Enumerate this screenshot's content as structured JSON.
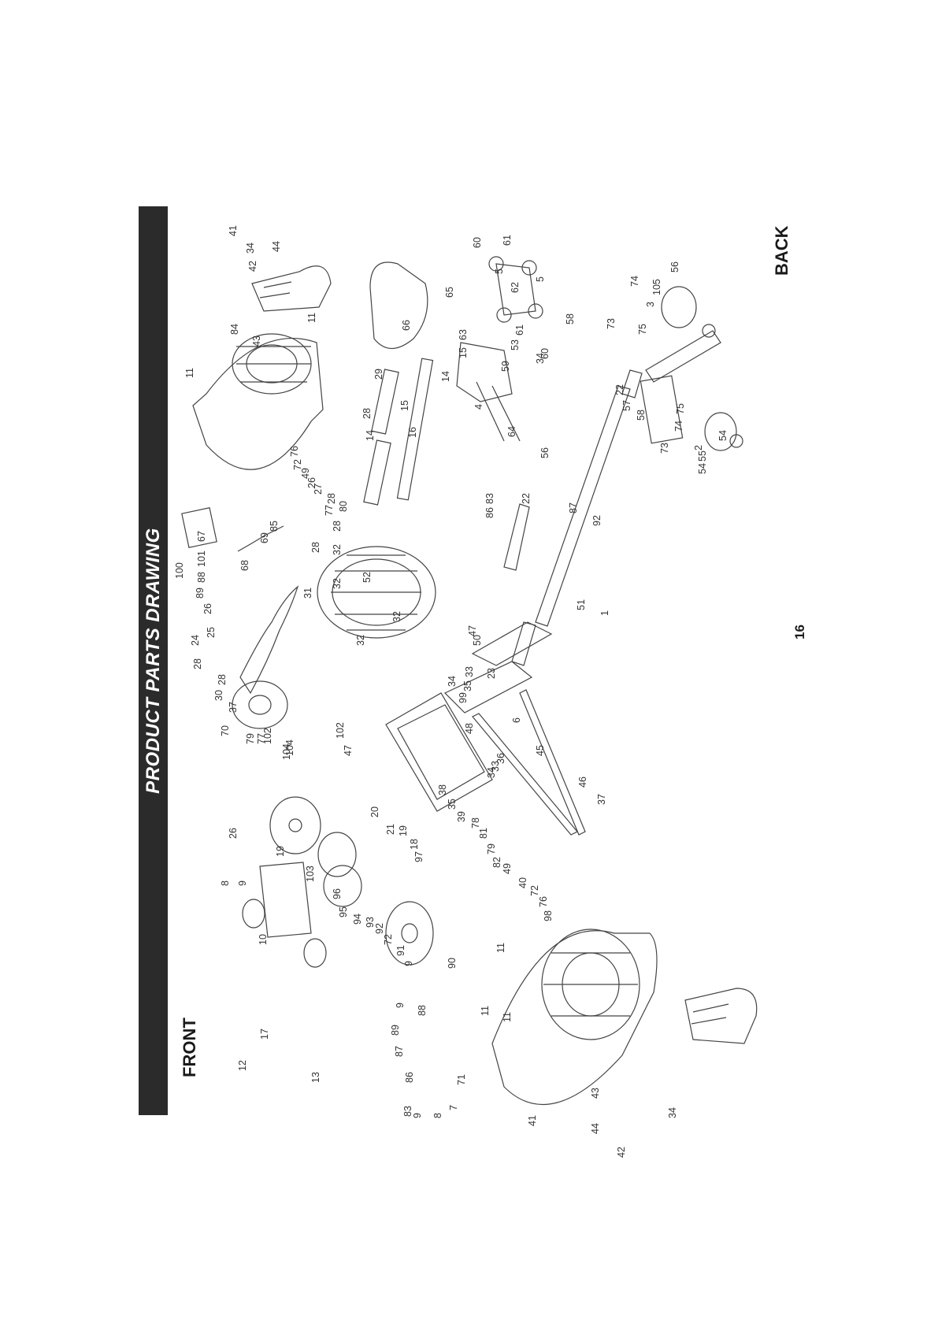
{
  "title": "PRODUCT PARTS DRAWING",
  "front_label": "FRONT",
  "back_label": "BACK",
  "page_number": "16",
  "callouts": [
    "11",
    "84",
    "11",
    "44",
    "43",
    "42",
    "34",
    "41",
    "66",
    "65",
    "60",
    "61",
    "5",
    "62",
    "5",
    "61",
    "60",
    "63",
    "4",
    "64",
    "67",
    "68",
    "69",
    "85",
    "76",
    "72",
    "49",
    "26",
    "27",
    "28",
    "77",
    "28",
    "80",
    "28",
    "14",
    "29",
    "15",
    "16",
    "14",
    "15",
    "53",
    "59",
    "34",
    "58",
    "73",
    "74",
    "75",
    "3",
    "105",
    "56",
    "22",
    "57",
    "58",
    "73",
    "74",
    "75",
    "2",
    "55",
    "54",
    "54",
    "56",
    "22",
    "83",
    "86",
    "87",
    "92",
    "100",
    "101",
    "88",
    "89",
    "26",
    "25",
    "24",
    "28",
    "28",
    "30",
    "31",
    "28",
    "32",
    "32",
    "32",
    "32",
    "52",
    "51",
    "1",
    "47",
    "50",
    "23",
    "33",
    "34",
    "35",
    "99",
    "70",
    "37",
    "79",
    "77",
    "102",
    "104",
    "104",
    "102",
    "47",
    "48",
    "6",
    "45",
    "46",
    "37",
    "38",
    "35",
    "34",
    "33",
    "36",
    "39",
    "78",
    "81",
    "79",
    "82",
    "49",
    "40",
    "72",
    "76",
    "98",
    "26",
    "19",
    "20",
    "21",
    "19",
    "18",
    "97",
    "103",
    "96",
    "95",
    "94",
    "93",
    "92",
    "72",
    "91",
    "9",
    "90",
    "9",
    "89",
    "88",
    "87",
    "86",
    "83",
    "9",
    "8",
    "7",
    "71",
    "8",
    "9",
    "10",
    "17",
    "12",
    "13",
    "11",
    "11",
    "11",
    "43",
    "44",
    "42",
    "34",
    "41"
  ]
}
